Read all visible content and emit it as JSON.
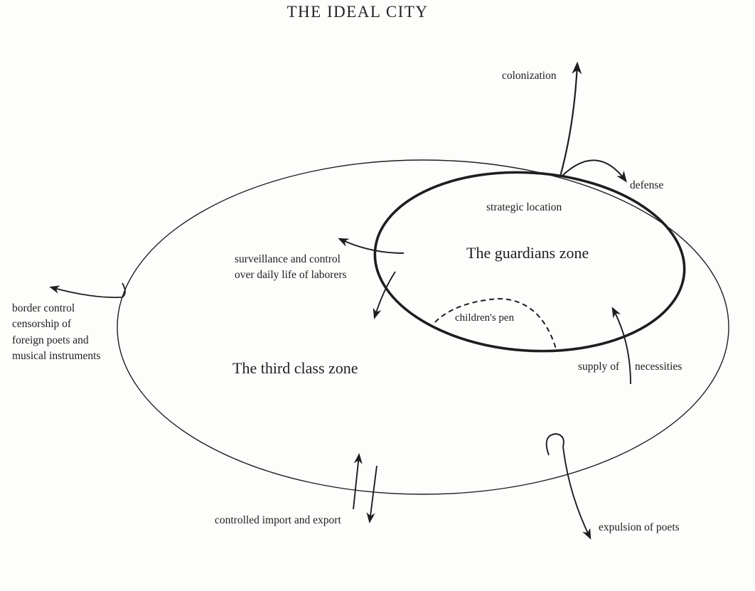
{
  "diagram": {
    "title": "THE IDEAL CITY",
    "zones": {
      "third_class": "The third class zone",
      "guardians": "The guardians zone",
      "children": "children's pen"
    },
    "labels": {
      "colonization": "colonization",
      "defense": "defense",
      "strategic_location": "strategic location",
      "surveillance_line1": "surveillance and control",
      "surveillance_line2": "over daily life of laborers",
      "border_line1": "border control",
      "border_line2": "censorship of",
      "border_line3": "foreign poets and",
      "border_line4": "musical instruments",
      "supply_a": "supply of",
      "supply_b": "necessities",
      "import_export": "controlled import and export",
      "expulsion": "expulsion of poets"
    },
    "colors": {
      "ink": "#1e1e1e",
      "paper": "#fdfdfb"
    }
  }
}
